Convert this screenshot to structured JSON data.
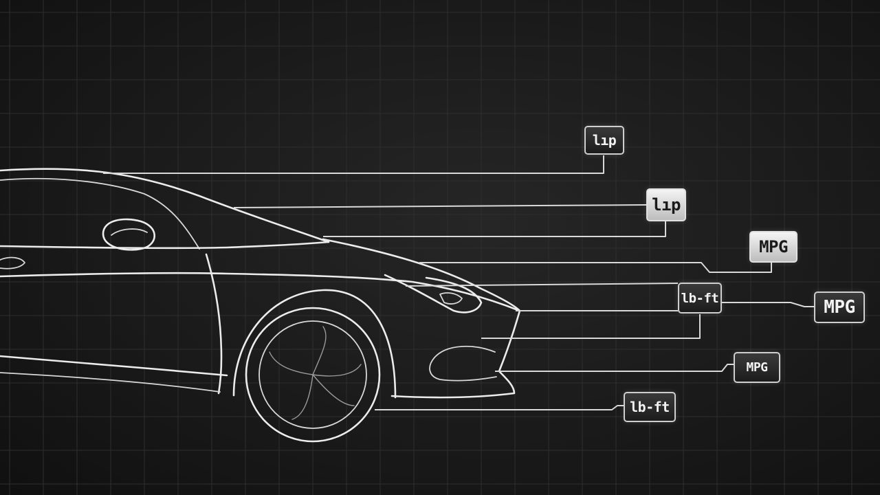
{
  "labels": {
    "hp_top": "lıp",
    "hp_mid": "lıp",
    "mpg_upper": "MPG",
    "lbft_mid": "lb-ft",
    "mpg_right": "MPG",
    "mpg_small": "MPG",
    "lbft_bottom": "lb-ft"
  },
  "colors": {
    "background": "#1a1a1a",
    "line": "#ececec",
    "grid": "#2e2e2e"
  }
}
